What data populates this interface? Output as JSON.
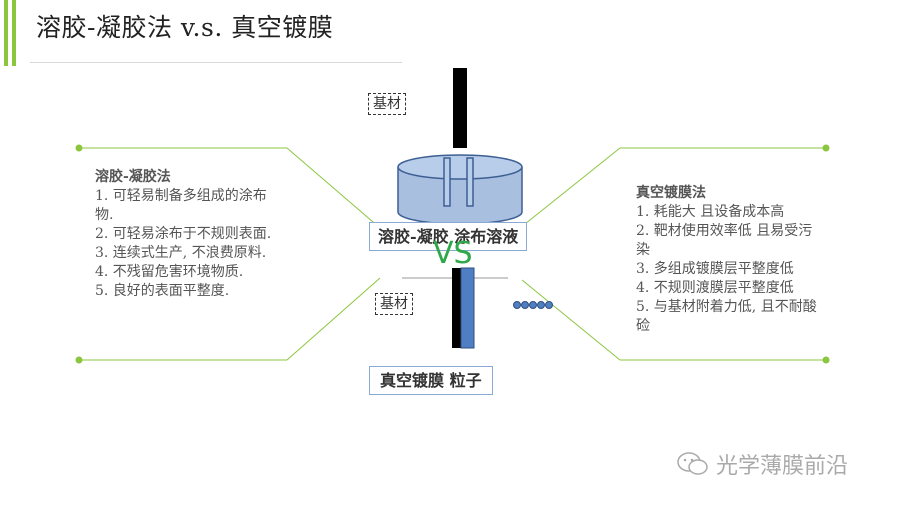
{
  "title": "溶胶-凝胶法 v.s. 真空镀膜",
  "left_panel": {
    "heading": "溶胶-凝胶法",
    "items": [
      "1.  可轻易制备多组成的涂布物.",
      "2.  可轻易涂布于不规则表面.",
      "3.  连续式生产, 不浪费原料.",
      "4.  不残留危害环境物质.",
      "5.  良好的表面平整度."
    ]
  },
  "right_panel": {
    "heading": "真空镀膜法",
    "items": [
      "1.  耗能大 且设备成本高",
      "2.  靶材使用效率低 且易受污染",
      "3.  多组成镀膜层平整度低",
      "4.  不规则渡膜层平整度低",
      "5.  与基材附着力低, 且不耐酸硷"
    ]
  },
  "diagram": {
    "substrate_top": "基材",
    "substrate_bottom": "基材",
    "sol_gel_label": "溶胶-凝胶 涂布溶液",
    "vacuum_label": "真空镀膜 粒子",
    "vs": "VS"
  },
  "watermark": "光学薄膜前沿",
  "colors": {
    "accent_green": "#8cc63f",
    "vs_green": "#2fa84a",
    "liquid_blue": "#a8bfe0",
    "film_blue": "#4f7fc2"
  }
}
